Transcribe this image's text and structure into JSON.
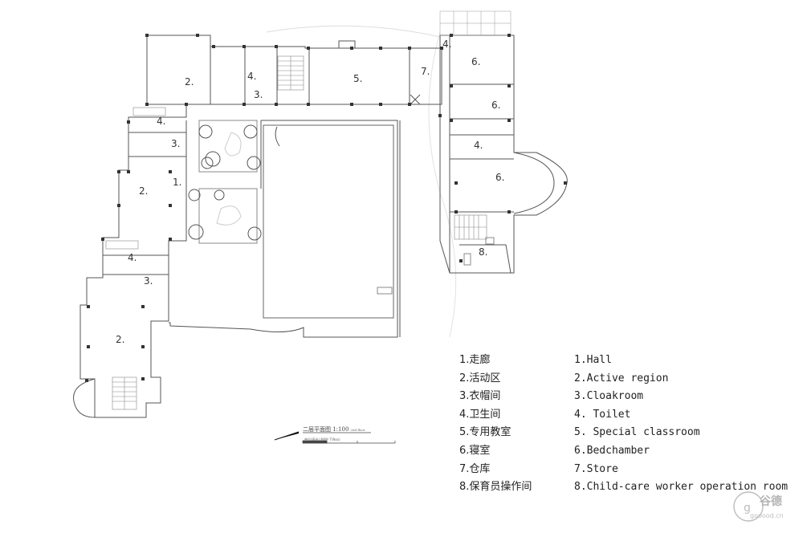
{
  "drawing": {
    "room_labels": {
      "r1": "1.",
      "r2": "2.",
      "r3": "3.",
      "r4": "4.",
      "r5": "5.",
      "r6": "6.",
      "r7": "7.",
      "r8": "8."
    },
    "scale_bar_title": "二层平面图 1:100",
    "scale_bar_title_sub": "2nd floor",
    "scale_bar_subtitle": "单位(毫米)  M/M²      T(Nos)"
  },
  "legend": {
    "cn": [
      "1.走廊",
      "2.活动区",
      "3.衣帽间",
      "4.卫生间",
      "5.专用教室",
      "6.寝室",
      "7.仓库",
      "8.保育员操作间"
    ],
    "en": [
      "1.Hall",
      "2.Active region",
      "3.Cloakroom",
      "4.  Toilet",
      "5.  Special classroom",
      "6.Bedchamber",
      "7.Store",
      "8.Child-care worker operation room"
    ]
  },
  "watermark": {
    "text_main": "谷德",
    "text_sub": "gooood.cn"
  },
  "colors": {
    "line": "#555555",
    "column": "#333333",
    "background": "#ffffff"
  }
}
